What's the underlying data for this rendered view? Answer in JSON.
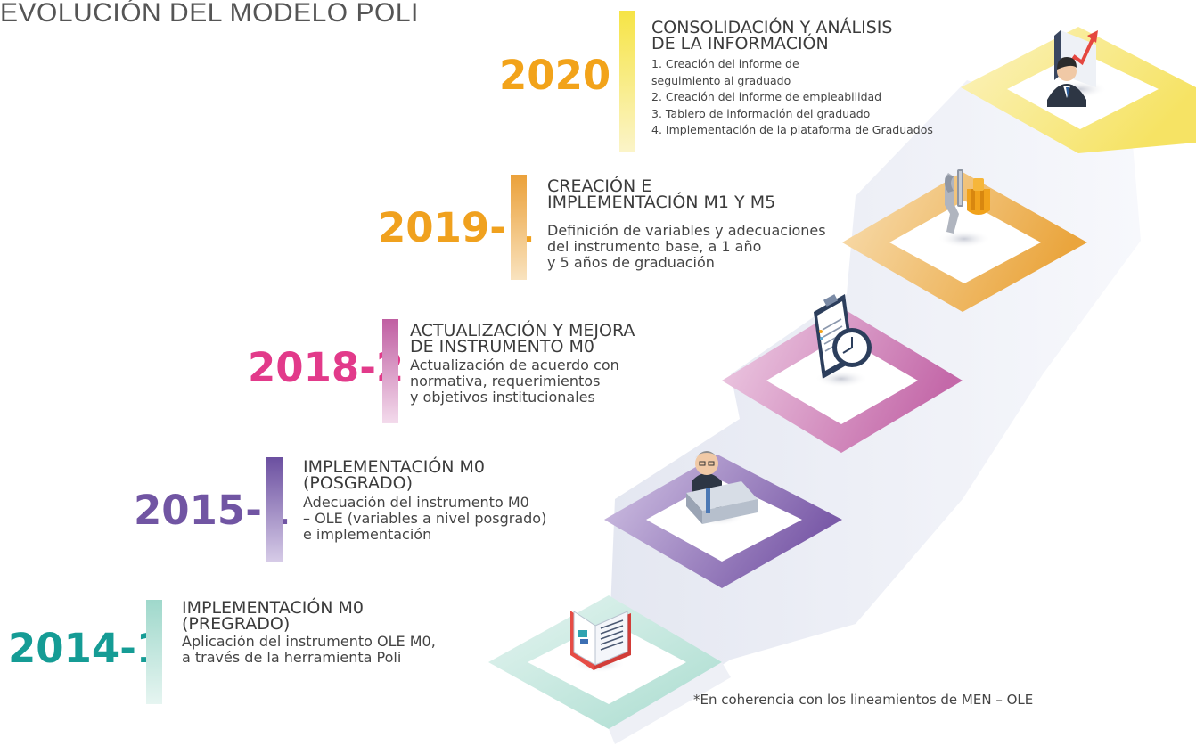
{
  "title": "EVOLUCIÓN DEL MODELO POLI",
  "milestones": [
    {
      "year": "2014-1",
      "color": "#159c95",
      "title_lines": [
        "IMPLEMENTACIÓN M0",
        "(PREGRADO)"
      ],
      "description_lines": [
        "Aplicación del instrumento OLE M0,",
        "a través de la herramienta Poli"
      ],
      "icon": "open-book-icon"
    },
    {
      "year": "2015-1",
      "color": "#7155a3",
      "title_lines": [
        "IMPLEMENTACIÓN M0",
        "(POSGRADO)"
      ],
      "description_lines": [
        "Adecuación del instrumento M0",
        "– OLE (variables a nivel posgrado)",
        "e implementación"
      ],
      "icon": "graduate-at-desk-icon"
    },
    {
      "year": "2018-2",
      "color": "#e23a8a",
      "title_lines": [
        "ACTUALIZACIÓN Y MEJORA",
        "DE INSTRUMENTO M0"
      ],
      "description_lines": [
        "Actualización de acuerdo con",
        "normativa, requerimientos",
        "y objetivos institucionales"
      ],
      "icon": "clipboard-clock-icon"
    },
    {
      "year": "2019-1",
      "color": "#f0a11e",
      "title_lines": [
        "CREACIÓN E",
        "IMPLEMENTACIÓN M1 Y M5"
      ],
      "description_lines": [
        "Definición de variables y adecuaciones",
        "del instrumento base, a 1 año",
        "y 5 años de graduación"
      ],
      "icon": "tools-icon"
    },
    {
      "year": "2020",
      "color": "#f2a31a",
      "title_lines": [
        "CONSOLIDACIÓN Y ANÁLISIS",
        "DE LA INFORMACIÓN"
      ],
      "description_lines": [
        "1. Creación del informe de",
        "seguimiento al graduado",
        "2. Creación del informe de empleabilidad",
        "3. Tablero de información del graduado",
        "4. Implementación de la plataforma de Graduados"
      ],
      "icon": "analyst-chart-icon"
    }
  ],
  "footnote": "*En coherencia con los lineamientos de MEN – OLE"
}
